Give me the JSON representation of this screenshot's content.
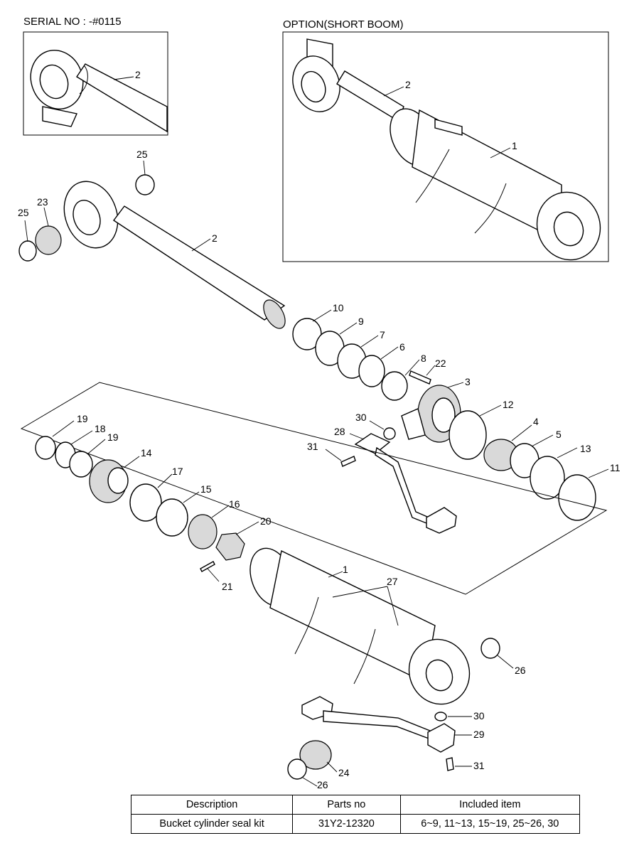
{
  "header": {
    "serial_label": "SERIAL NO : -#0115",
    "option_label": "OPTION(SHORT BOOM)"
  },
  "callouts": {
    "p1_option": "1",
    "p2_serial": "2",
    "p2_option": "2",
    "p2_main": "2",
    "p1_main": "1",
    "p3": "3",
    "p4": "4",
    "p5": "5",
    "p6": "6",
    "p7": "7",
    "p8": "8",
    "p9": "9",
    "p10": "10",
    "p11": "11",
    "p12": "12",
    "p13": "13",
    "p14": "14",
    "p15": "15",
    "p16": "16",
    "p17": "17",
    "p18": "18",
    "p19a": "19",
    "p19b": "19",
    "p20": "20",
    "p21": "21",
    "p22": "22",
    "p23": "23",
    "p24": "24",
    "p25a": "25",
    "p25b": "25",
    "p26a": "26",
    "p26b": "26",
    "p27": "27",
    "p28": "28",
    "p29": "29",
    "p30a": "30",
    "p30b": "30",
    "p31a": "31",
    "p31b": "31"
  },
  "kit_table": {
    "headers": [
      "Description",
      "Parts no",
      "Included item"
    ],
    "rows": [
      [
        "Bucket cylinder seal kit",
        "31Y2-12320",
        "6~9, 11~13, 15~19, 25~26, 30"
      ]
    ]
  }
}
